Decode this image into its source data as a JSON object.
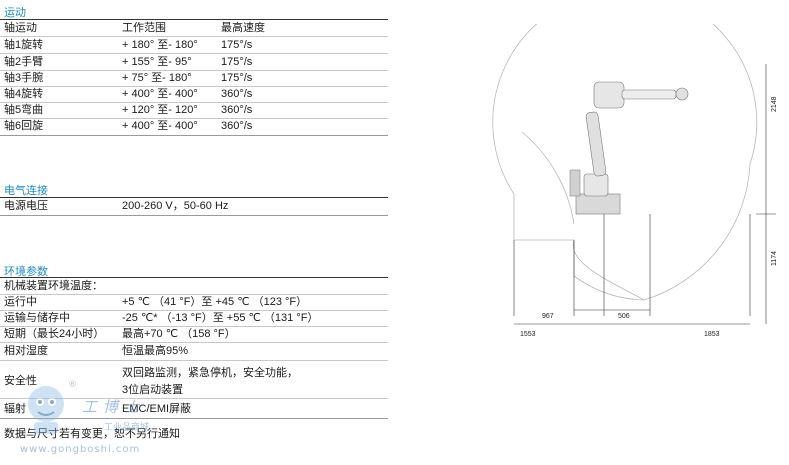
{
  "motion": {
    "title": "运动",
    "headers": [
      "轴运动",
      "工作范围",
      "最高速度"
    ],
    "rows": [
      {
        "axis": "轴1旋转",
        "range": "+ 180° 至- 180°",
        "speed": "175°/s"
      },
      {
        "axis": "轴2手臂",
        "range": "+ 155° 至- 95°",
        "speed": "175°/s"
      },
      {
        "axis": "轴3手腕",
        "range": "+ 75° 至- 180°",
        "speed": "175°/s"
      },
      {
        "axis": "轴4旋转",
        "range": "+ 400° 至- 400°",
        "speed": "360°/s"
      },
      {
        "axis": "轴5弯曲",
        "range": "+ 120° 至- 120°",
        "speed": "360°/s"
      },
      {
        "axis": "轴6回旋",
        "range": "+ 400° 至- 400°",
        "speed": "360°/s"
      }
    ]
  },
  "electrical": {
    "title": "电气连接",
    "label": "电源电压",
    "value": "200-260 V，50-60 Hz"
  },
  "environment": {
    "title": "环境参数",
    "subtitle": "机械装置环境温度：",
    "rows": [
      {
        "label": "运行中",
        "value": "+5 ℃ （41 °F）至 +45 ℃ （123 °F）"
      },
      {
        "label": "运输与储存中",
        "value": "-25 ℃* （-13 °F）至 +55 ℃ （131 °F）"
      },
      {
        "label": "短期（最长24小时）",
        "value": "最高+70 ℃ （158 °F）"
      },
      {
        "label": "相对湿度",
        "value": "恒温最高95%"
      },
      {
        "label": "安全性",
        "value": "双回路监测，紧急停机，安全功能，",
        "value2": "3位启动装置"
      },
      {
        "label": "辐射",
        "value": "EMC/EMI屏蔽"
      }
    ]
  },
  "footnote": "数据与尺寸若有变更，恕不另行通知",
  "watermark": {
    "brand": "工博士",
    "sub": "工业品商城",
    "url": "www.gongboshi.com"
  },
  "diagram": {
    "dims": {
      "height_top": "2148",
      "height_bottom": "1174",
      "left_outer": "1553",
      "left_inner": "967",
      "base": "506",
      "right": "1853"
    }
  }
}
